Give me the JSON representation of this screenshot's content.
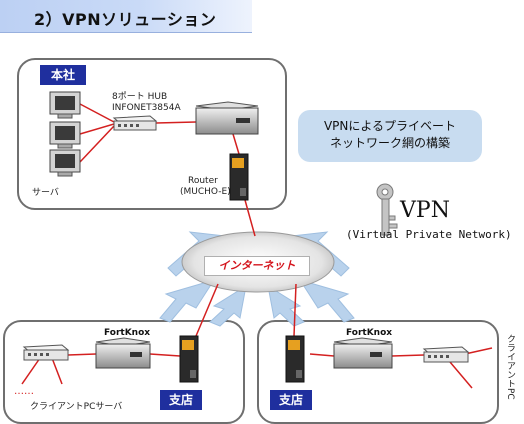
{
  "title": "2）VPNソリューション",
  "hq": {
    "tag": "本社",
    "hub_label_1": "8ポート HUB",
    "hub_label_2": "INFONET3854A",
    "router_label_1": "Router",
    "router_label_2": "(MUCHO-E)",
    "servers_label": "サーバ"
  },
  "vpn_bubble": {
    "line1": "VPNによるプライベート",
    "line2": "ネットワーク網の構築"
  },
  "vpn_legend": {
    "title": "VPN",
    "subtitle": "(Virtual Private Network)",
    "icon": "key-icon"
  },
  "internet": {
    "label": "インターネット"
  },
  "branch_left": {
    "device_label": "FortKnox",
    "tag": "支店",
    "dots": "……",
    "caption": "クライアントPCサーバ"
  },
  "branch_right": {
    "device_label": "FortKnox",
    "tag": "支店",
    "caption": "クライアントPC"
  },
  "colors": {
    "title_bg": "#c9daf7",
    "tag_bg": "#1f2f9e",
    "link_red": "#d42020",
    "arrow_blue": "#b9d2ec",
    "bubble_bg": "#c8dcf0"
  }
}
